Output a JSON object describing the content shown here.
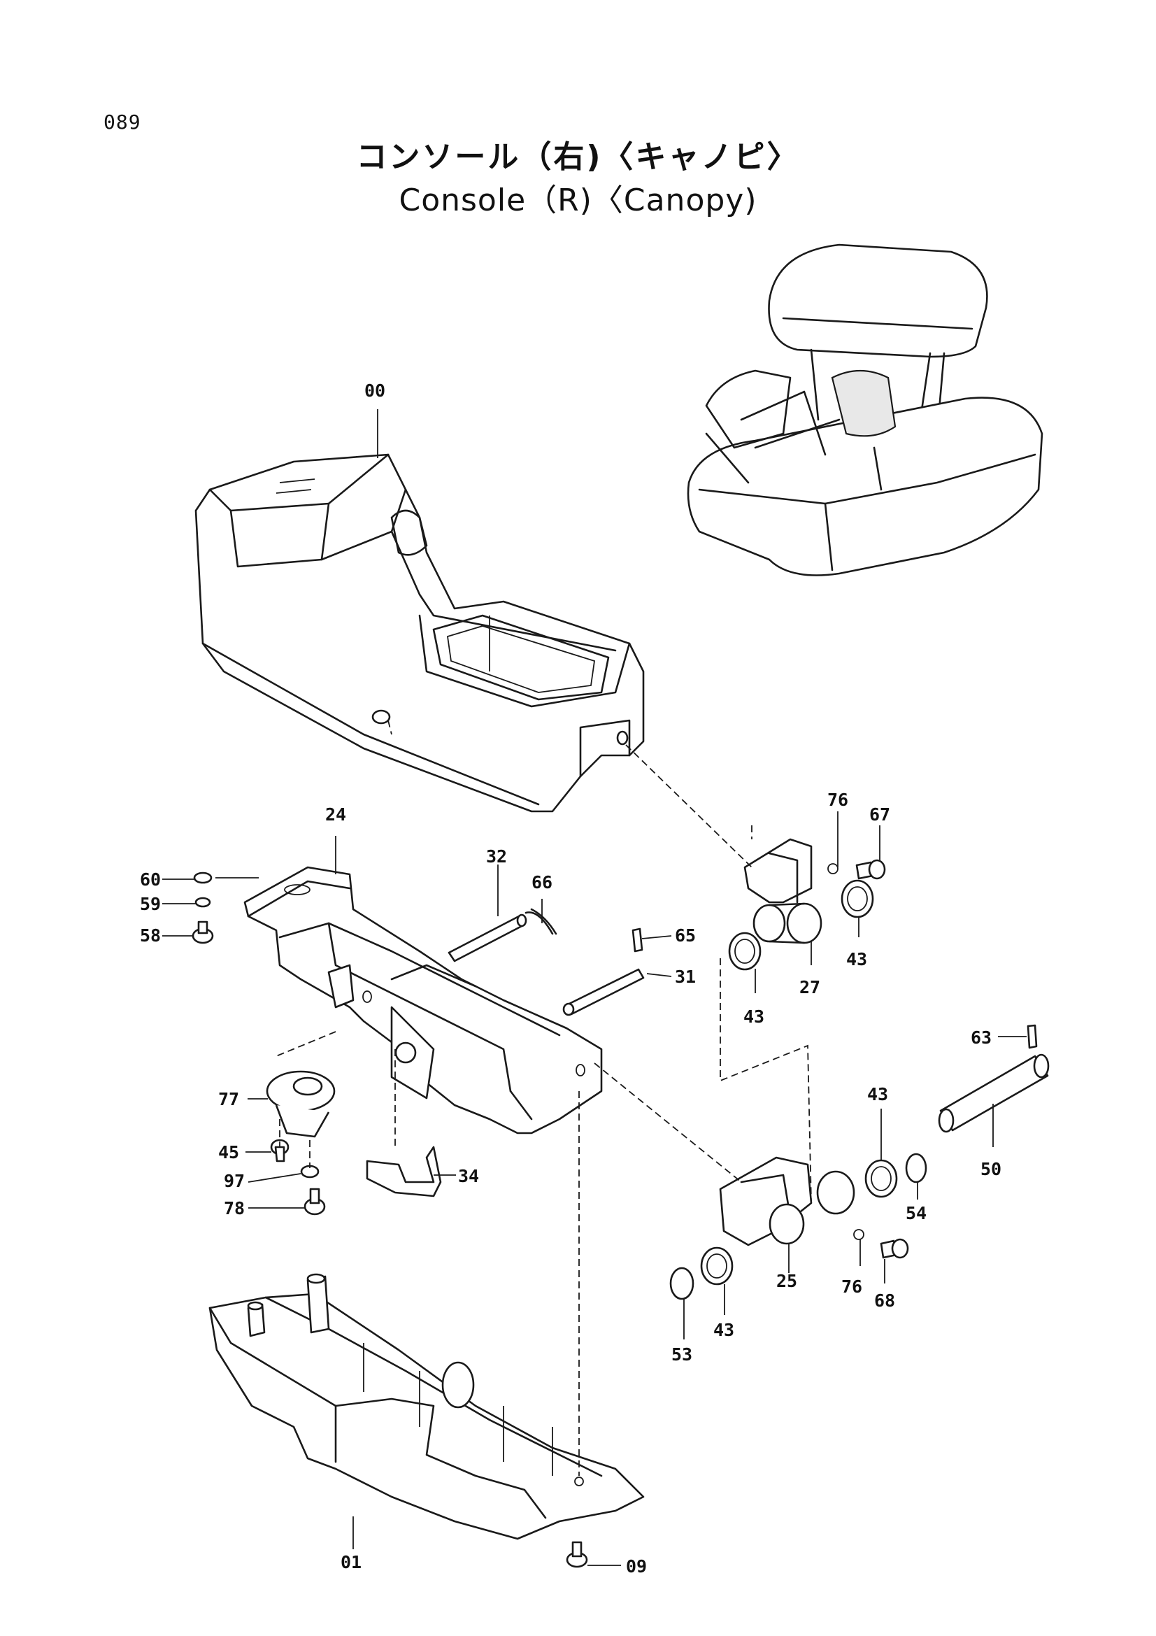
{
  "page": {
    "number": "089",
    "title_jp": "コンソール（右)〈キャノピ〉",
    "title_en": "Console（R)〈Canopy)"
  },
  "callouts": {
    "p00": "00",
    "p01": "01",
    "p09": "09",
    "p24": "24",
    "p25": "25",
    "p27": "27",
    "p31": "31",
    "p32": "32",
    "p34": "34",
    "p43a": "43",
    "p43b": "43",
    "p43c": "43",
    "p43d": "43",
    "p45": "45",
    "p50": "50",
    "p53": "53",
    "p54": "54",
    "p58": "58",
    "p59": "59",
    "p60": "60",
    "p63": "63",
    "p65": "65",
    "p66": "66",
    "p67": "67",
    "p68": "68",
    "p76a": "76",
    "p76b": "76",
    "p77": "77",
    "p78": "78",
    "p97": "97"
  }
}
